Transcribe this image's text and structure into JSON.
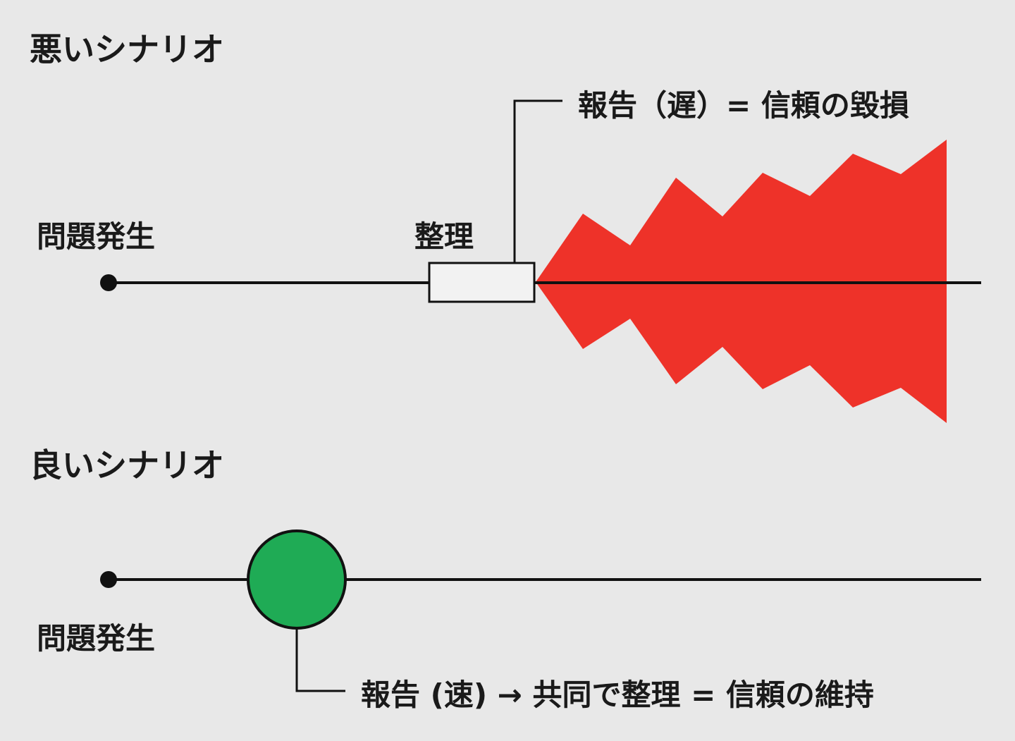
{
  "bad": {
    "title": "悪いシナリオ",
    "start_label": "問題発生",
    "organize_label": "整理",
    "result_label": "報告（遅）= 信頼の毀損"
  },
  "good": {
    "title": "良いシナリオ",
    "start_label": "問題発生",
    "result_label": "報告 (速) → 共同で整理 = 信頼の維持"
  },
  "colors": {
    "damage": "#ee3229",
    "report": "#1fab55",
    "line": "#111111"
  }
}
